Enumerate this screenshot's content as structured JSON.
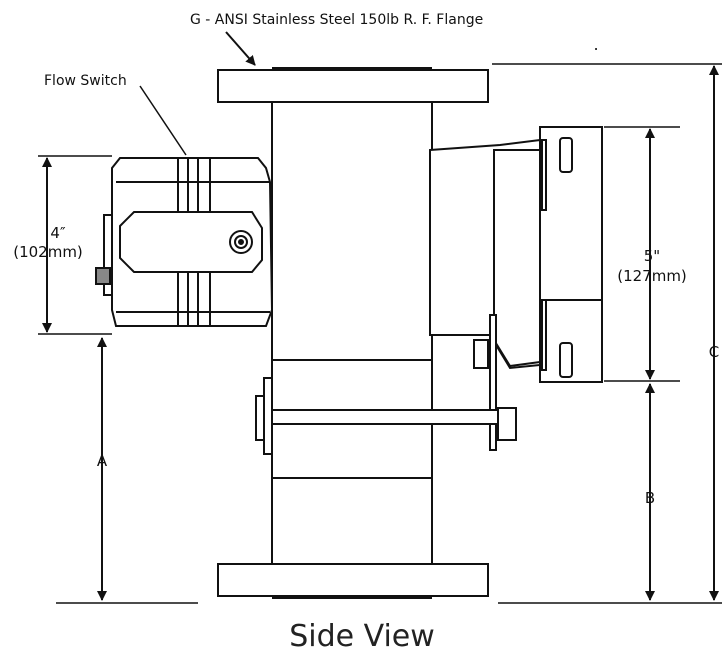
{
  "labels": {
    "flange": "G - ANSI Stainless Steel 150lb R. F. Flange",
    "flow_switch": "Flow Switch",
    "dim_4_in": "4″",
    "dim_4_mm": "(102mm)",
    "dim_5_in": "5\"",
    "dim_5_mm": "(127mm)",
    "dim_a": "A",
    "dim_b": "B",
    "dim_c": "C",
    "view_title": "Side View",
    "dot": "."
  }
}
